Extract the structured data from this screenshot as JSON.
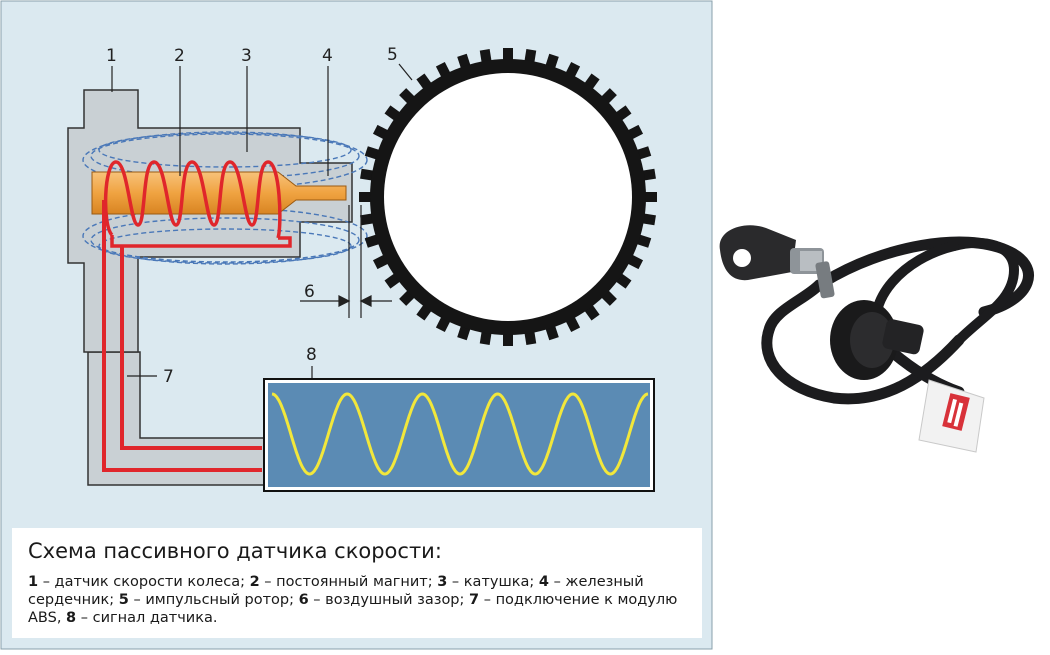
{
  "callouts": [
    "1",
    "2",
    "3",
    "4",
    "5",
    "6",
    "7",
    "8"
  ],
  "caption": {
    "title": "Схема пассивного датчика скорости:",
    "items": [
      {
        "num": "1",
        "text": " – датчик скорости колеса; "
      },
      {
        "num": "2",
        "text": " – постоянный магнит; "
      },
      {
        "num": "3",
        "text": " – катушка; "
      },
      {
        "num": "4",
        "text": " – железный сердечник; "
      },
      {
        "num": "5",
        "text": " – импульсный ротор; "
      },
      {
        "num": "6",
        "text": " – воздушный зазор; "
      },
      {
        "num": "7",
        "text": " – подключение к модулю ABS, "
      },
      {
        "num": "8",
        "text": " – сигнал датчика."
      }
    ]
  },
  "colors": {
    "panel_bg": "#dbe9f0",
    "sensor_body": "#c9d0d4",
    "core": "#f0a341",
    "coil": "#e0262b",
    "field_lines": "#4a78b8",
    "ring": "#151515",
    "signal_bg": "#5b8bb4",
    "signal_wave": "#f2e73b"
  },
  "photo": {
    "subject": "wheel-speed-sensor-with-cable"
  }
}
